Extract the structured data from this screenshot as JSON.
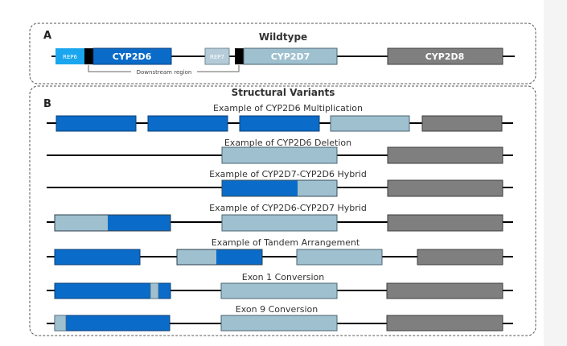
{
  "colors": {
    "cyp2d6": "#0a6cc8",
    "cyp2d7": "#9fc0cf",
    "cyp2d8": "#7f7f7f",
    "rep6": "#1aa6ee",
    "rep7": "#b5ccd8",
    "black": "#000000"
  },
  "panel_a": {
    "letter": "A",
    "title": "Wildtype",
    "labels": {
      "rep6": "REP6",
      "cyp2d6": "CYP2D6",
      "rep7": "REP7",
      "cyp2d7": "CYP2D7",
      "cyp2d8": "CYP2D8",
      "downstream": "Downstream region"
    }
  },
  "panel_b": {
    "letter": "B",
    "title": "Structural Variants",
    "rows": [
      {
        "title": "Example of CYP2D6 Multiplication"
      },
      {
        "title": "Example of CYP2D6 Deletion"
      },
      {
        "title": "Example of CYP2D7-CYP2D6 Hybrid"
      },
      {
        "title": "Example of CYP2D6-CYP2D7 Hybrid"
      },
      {
        "title": "Example of Tandem Arrangement"
      },
      {
        "title": "Exon 1 Conversion"
      },
      {
        "title": "Exon 9 Conversion"
      }
    ]
  }
}
